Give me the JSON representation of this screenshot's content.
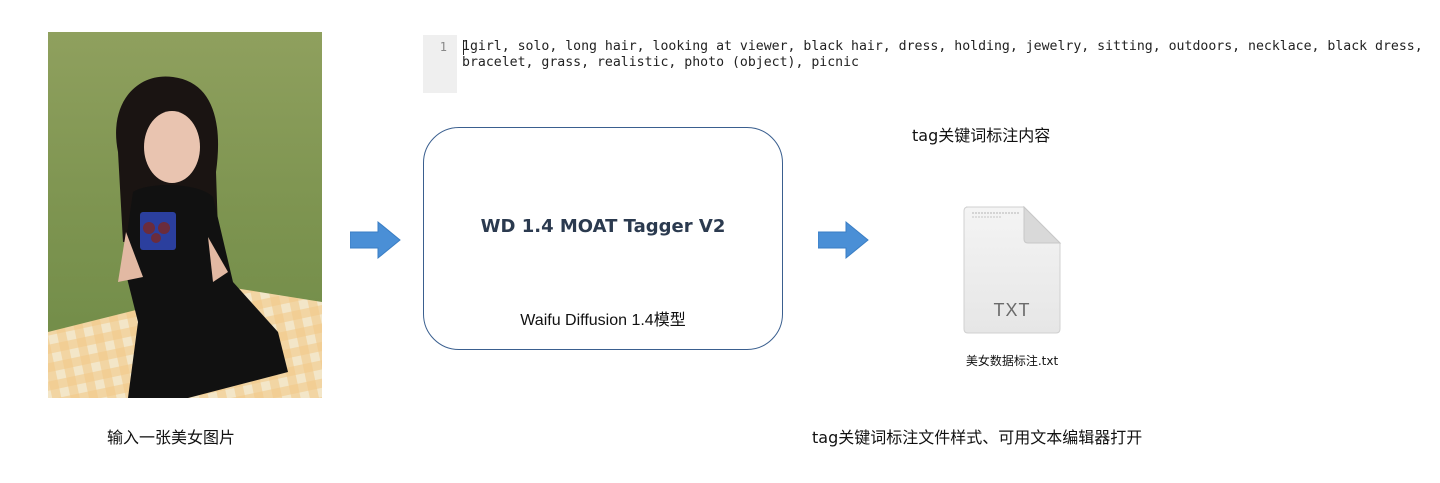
{
  "photo": {
    "icon": "photo-of-woman-sitting-on-picnic-blanket"
  },
  "captions": {
    "input": "输入一张美女图片",
    "tag_content": "tag关键词标注内容",
    "file_format": "tag关键词标注文件样式、可用文本编辑器打开"
  },
  "model": {
    "name": "WD 1.4 MOAT Tagger V2",
    "description": "Waifu Diffusion 1.4模型"
  },
  "editor": {
    "line_number": "1",
    "text": "1girl, solo, long hair, looking at viewer, black hair, dress, holding, jewelry, sitting, outdoors, necklace, black dress, bracelet, grass, realistic, photo (object), picnic"
  },
  "file": {
    "icon": "text-file-icon",
    "type_label": "TXT",
    "filename": "美女数据标注.txt"
  },
  "colors": {
    "arrow": "#4a8fd6",
    "box_border": "#3a5f8f",
    "gutter": "#efefef"
  }
}
